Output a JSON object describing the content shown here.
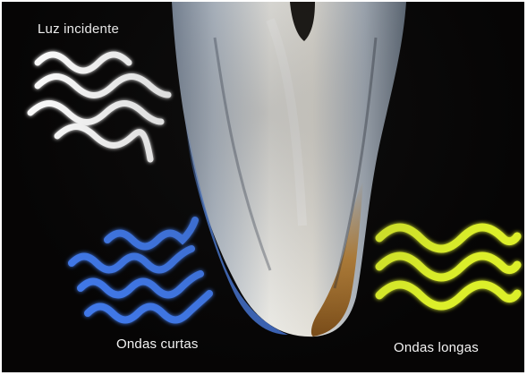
{
  "labels": {
    "incident": "Luz incidente",
    "short_waves": "Ondas curtas",
    "long_waves": "Ondas longas"
  },
  "colors": {
    "background": "#060505",
    "incident_waves": "#ffffff",
    "short_waves": "#3f78e8",
    "long_waves": "#dcef2a",
    "tooth_enamel": "#c9ccd3",
    "tooth_blue_edge": "#4f7fd6",
    "tooth_amber_edge": "#b57a2a"
  },
  "icons": {
    "incident": "white-wave-lines-icon",
    "short": "blue-short-wave-lines-icon",
    "long": "yellow-long-wave-lines-icon"
  }
}
